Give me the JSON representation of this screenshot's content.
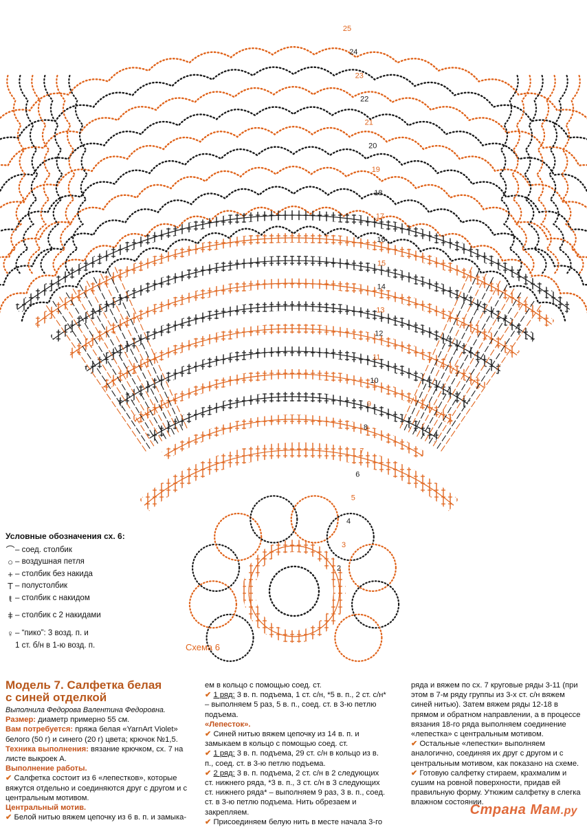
{
  "legend": {
    "title": "Условные обозначения сх. 6:",
    "items": [
      {
        "symbol": "⌒",
        "icon": "slip-stitch-icon",
        "text": "– соед. столбик"
      },
      {
        "symbol": "○",
        "icon": "chain-stitch-icon",
        "text": "– воздушная петля"
      },
      {
        "symbol": "+",
        "icon": "single-crochet-icon",
        "text": "– столбик без накида"
      },
      {
        "symbol": "T",
        "icon": "half-double-crochet-icon",
        "text": "– полустолбик"
      },
      {
        "symbol": "ŧ",
        "icon": "double-crochet-icon",
        "text": "– столбик с накидом"
      },
      {
        "symbol": "ǂ",
        "icon": "treble-crochet-icon",
        "text": "– столбик с 2 накидами"
      },
      {
        "symbol": "♀",
        "icon": "picot-icon",
        "text": "– “пико”: 3 возд. п. и"
      }
    ],
    "picot_note": "1 ст. б/н в 1-ю возд. п."
  },
  "scheme_label": "Схема 6",
  "row_numbers": [
    "2",
    "3",
    "4",
    "5",
    "6",
    "7",
    "8",
    "9",
    "10",
    "11",
    "12",
    "13",
    "14",
    "15",
    "16",
    "17",
    "18",
    "19",
    "20",
    "21",
    "22",
    "23",
    "24",
    "25"
  ],
  "article": {
    "title_line1": "Модель 7. Салфетка белая",
    "title_line2": "с синей отделкой",
    "author": "Выполнила Федорова Валентина Федоровна.",
    "size_label": "Размер:",
    "size_text": " диаметр примерно 55 см.",
    "need_label": "Вам потребуется:",
    "need_text": " пряжа белая «YarnArt Violet» белого (50 г) и синего (20 г) цвета; крючок №1,5.",
    "tech_label": "Техника выполнения:",
    "tech_text": " вязание крючком, сх. 7 на листе выкроек А.",
    "work_label": "Выполнение работы.",
    "p1": " Салфетка состоит из 6 «лепестков», которые вяжутся отдельно и соединяются друг с другом и с центральным мотивом.",
    "center_label": "Центральный мотив.",
    "p2": " Белой нитью вяжем цепочку из 6 в. п. и замыка-",
    "c2_p0": "ем в кольцо с помощью соед. ст.",
    "c2_r1_label": "1 ряд:",
    "c2_r1": " 3 в. п. подъема, 1 ст. с/н, *5 в. п., 2 ст. с/н* – выполняем 5 раз, 5 в. п., соед. ст. в 3-ю петлю подъема.",
    "petal_label": "«Лепесток».",
    "c2_p1": " Синей нитью вяжем цепочку из 14 в. п. и замыкаем в кольцо с помощью соед. ст.",
    "c2_r1b_label": "1 ряд:",
    "c2_r1b": " 3 в. п. подъема, 29 ст. с/н в кольцо из в. п., соед. ст. в 3-ю петлю подъема.",
    "c2_r2_label": "2 ряд:",
    "c2_r2": " 3 в. п. подъема, 2 ст. с/н в 2 следующих ст. нижнего ряда, *3 в. п., 3 ст. с/н в 3 следующих ст. нижнего ряда* – выполняем 9 раз, 3 в. п., соед. ст. в 3-ю петлю подъема. Нить обрезаем и закрепляем.",
    "c2_p2": " Присоединяем белую нить в месте начала 3-го",
    "c3_p0": "ряда и вяжем по сх. 7 круговые ряды 3-11 (при этом в 7-м ряду группы из 3-х ст. с/н вяжем синей нитью). Затем вяжем ряды 12-18 в прямом и обратном направлении, а в процессе вязания 18-го ряда выполняем соединение «лепестка» с центральным мотивом.",
    "c3_p1": " Остальные «лепестки» выполняем аналогично, соединяя их друг с другом и с центральным мотивом, как показано на схеме.",
    "c3_p2": " Готовую салфетку стираем, крахмалим и сушим на ровной поверхности, придав ей правильную форму. Утюжим салфетку в слегка влажном состоянии."
  },
  "watermark": {
    "brand": "Страна Мам",
    "domain": ".ру"
  },
  "colors": {
    "orange": "#e0631a",
    "dark": "#1a1a1a",
    "accent_text": "#c4521a"
  }
}
